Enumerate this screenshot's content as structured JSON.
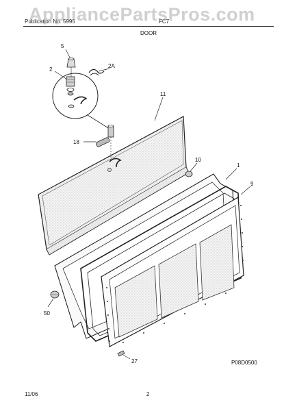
{
  "header": {
    "publication_label": "Publication No. 5995",
    "model_text": "FC7",
    "watermark": "AppliancePartsPros.com"
  },
  "section_title": "DOOR",
  "callouts": {
    "c5": "5",
    "c2": "2",
    "c2a": "2A",
    "c11": "11",
    "c18": "18",
    "c10": "10",
    "c1": "1",
    "c9": "9",
    "c50": "50",
    "c27": "27"
  },
  "diagram_code": "P08D0500",
  "footer": {
    "date": "11/06",
    "page": "2"
  }
}
